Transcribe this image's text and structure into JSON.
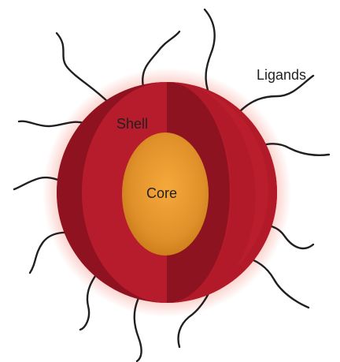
{
  "diagram": {
    "labels": {
      "shell": "Shell",
      "core": "Core",
      "ligands": "Ligands"
    },
    "colors": {
      "shell": "#b61c2b",
      "shell_dark": "#8f1220",
      "glow": "#f47a6a",
      "core_center": "#f6a93a",
      "core_edge": "#c77a17",
      "ligand": "#231f20"
    },
    "ligand_count": 13
  }
}
